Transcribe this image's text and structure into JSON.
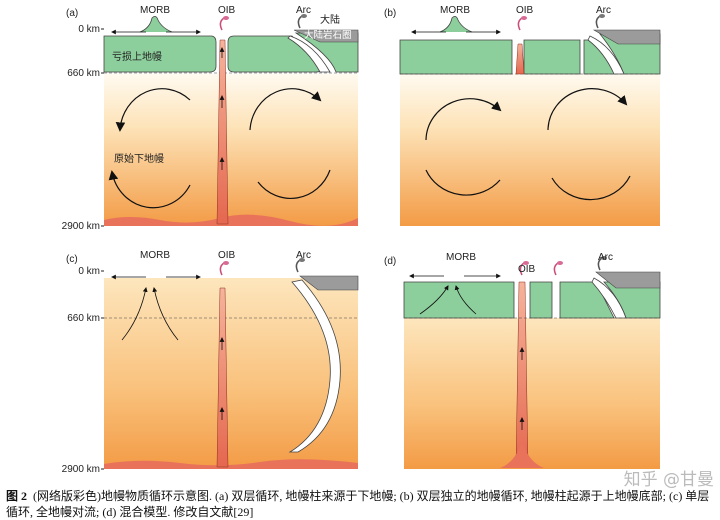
{
  "figure": {
    "panels": [
      {
        "id": "a",
        "letter": "(a)",
        "labels": {
          "morb": "MORB",
          "oib": "OIB",
          "arc": "Arc",
          "continent": "大陆",
          "lithosphere": "大陆岩石圈",
          "depleted": "亏损上地幔",
          "primitive": "原始下地幔"
        },
        "depths": {
          "top": "0 km",
          "mid": "660 km",
          "bottom": "2900 km"
        }
      },
      {
        "id": "b",
        "letter": "(b)",
        "labels": {
          "morb": "MORB",
          "oib": "OIB",
          "arc": "Arc"
        }
      },
      {
        "id": "c",
        "letter": "(c)",
        "labels": {
          "morb": "MORB",
          "oib": "OIB",
          "arc": "Arc"
        },
        "depths": {
          "top": "0 km",
          "mid": "660 km",
          "bottom": "2900 km"
        }
      },
      {
        "id": "d",
        "letter": "(d)",
        "labels": {
          "morb": "MORB",
          "oib": "OIB",
          "arc": "Arc"
        }
      }
    ],
    "colors": {
      "green": "#8dcf9c",
      "orange_top": "#fff6e4",
      "orange_bottom": "#f39b45",
      "plume": "#e8735a",
      "continent_gray": "#9b9b9b"
    }
  },
  "caption": {
    "figure_no": "图 2",
    "text": "(网络版彩色)地幔物质循环示意图. (a) 双层循环, 地幔柱来源于下地幔; (b) 双层独立的地幔循环, 地幔柱起源于上地幔底部; (c) 单层循环, 全地幔对流; (d) 混合模型. 修改自文献[29]"
  },
  "watermark": "知乎 @甘曼"
}
